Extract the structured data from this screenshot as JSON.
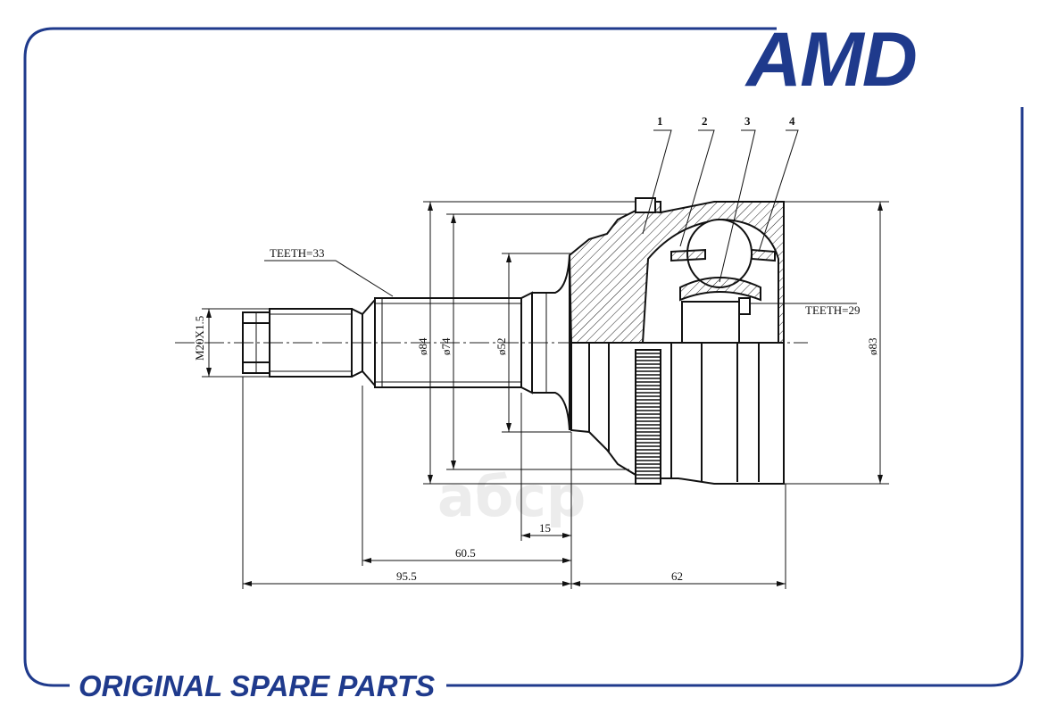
{
  "brand": {
    "logo_text": "AMD",
    "tagline": "ORIGINAL SPARE PARTS",
    "color": "#1f3a8c"
  },
  "watermark": "aбcp",
  "drawing": {
    "callouts": [
      "1",
      "2",
      "3",
      "4"
    ],
    "teeth_outer": "TEETH=33",
    "teeth_inner": "TEETH=29",
    "thread": "M20X1.5",
    "diameters": [
      "ø84",
      "ø74",
      "ø52",
      "ø83"
    ],
    "lengths": [
      "15",
      "60.5",
      "95.5",
      "62"
    ]
  }
}
